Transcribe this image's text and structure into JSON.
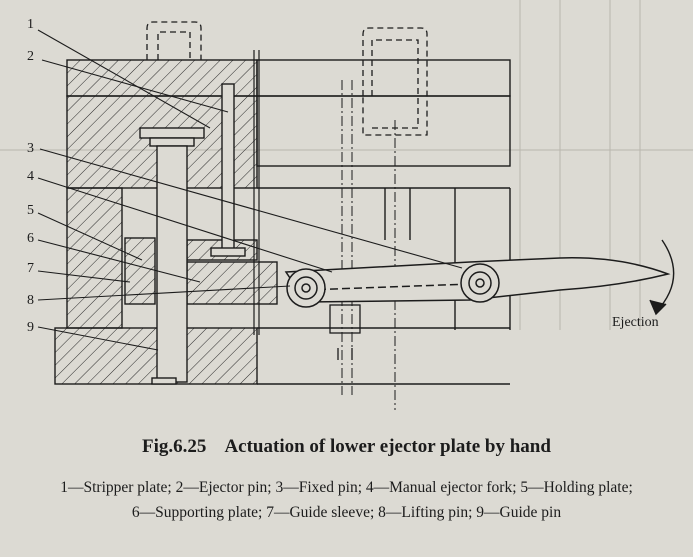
{
  "figure": {
    "number": "Fig.6.25",
    "title": "Actuation of lower ejector plate by hand"
  },
  "callouts": [
    "1",
    "2",
    "3",
    "4",
    "5",
    "6",
    "7",
    "8",
    "9"
  ],
  "annotation": "Ejection",
  "legend": {
    "line1": "1—Stripper plate; 2—Ejector pin; 3—Fixed pin; 4—Manual ejector fork; 5—Holding plate;",
    "line2": "6—Supporting plate; 7—Guide sleeve; 8—Lifting pin; 9—Guide pin"
  },
  "colors": {
    "paper": "#dcdad3",
    "ink": "#1c1c1c",
    "hatch": "#2a2a2a"
  }
}
